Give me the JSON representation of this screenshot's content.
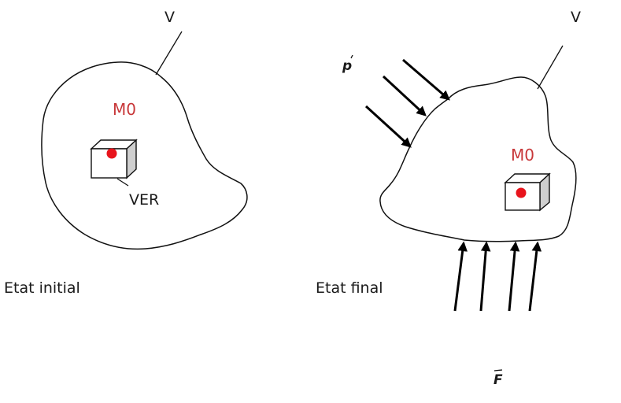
{
  "colors": {
    "ink": "#111111",
    "red_label": "#c8383a",
    "red_point": "#e8141c",
    "cube_side": "#cfcfcf"
  },
  "initial_state": {
    "caption": "Etat initial",
    "volume_label": "V",
    "point_label": "M0",
    "element_label": "VER"
  },
  "final_state": {
    "caption": "Etat final",
    "volume_label": "V",
    "point_label": "M0",
    "pressure_label": "p",
    "force_label": "F",
    "pressure_arrow_count": 3,
    "force_arrow_count": 4
  }
}
